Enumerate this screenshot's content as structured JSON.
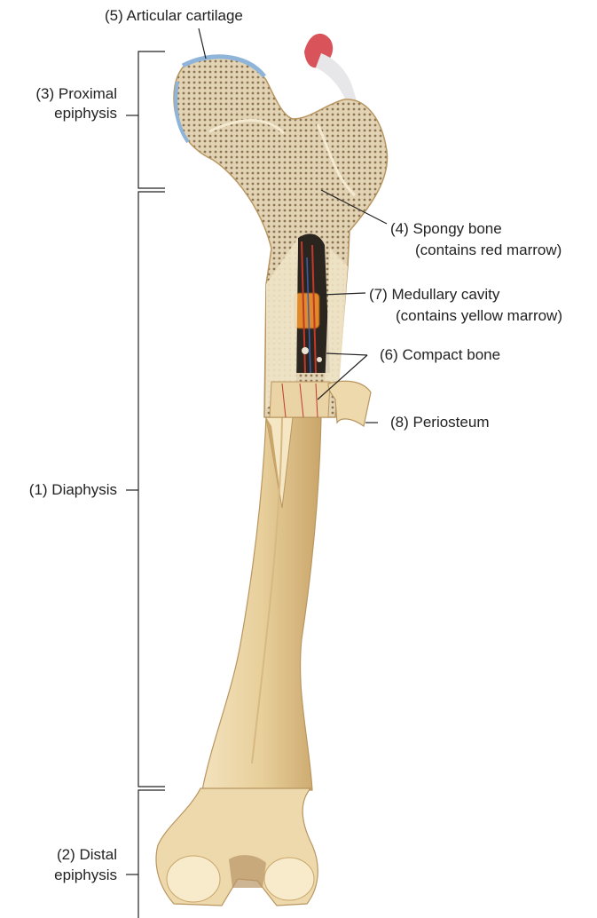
{
  "labels": {
    "articular_cartilage": "(5) Articular cartilage",
    "proximal_epiphysis_1": "(3) Proximal",
    "proximal_epiphysis_2": "epiphysis",
    "spongy_bone_1": "(4) Spongy bone",
    "spongy_bone_2": "(contains red marrow)",
    "medullary_cavity_1": "(7) Medullary cavity",
    "medullary_cavity_2": "(contains yellow marrow)",
    "compact_bone": "(6) Compact bone",
    "periosteum": "(8) Periosteum",
    "diaphysis": "(1) Diaphysis",
    "distal_epiphysis_1": "(2) Distal",
    "distal_epiphysis_2": "epiphysis"
  },
  "colors": {
    "bone": "#ead3a4",
    "bone_shade": "#c9a66a",
    "spongy": "#d9c7a6",
    "cartilage": "#8fb4da",
    "marrow_yellow": "#e08a2a",
    "marrow_red": "#c0392b",
    "ligament_red": "#d9535a",
    "leader": "#222222"
  }
}
